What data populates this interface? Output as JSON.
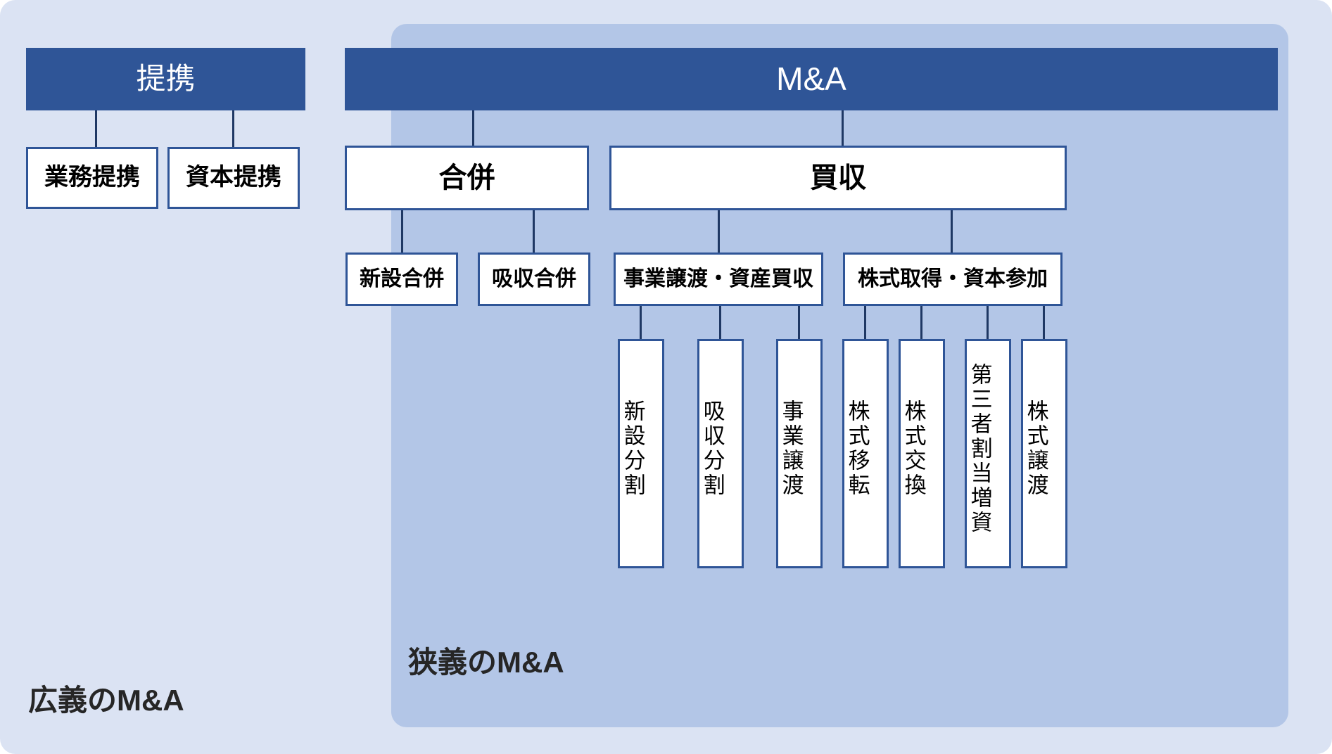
{
  "diagram": {
    "title": "M&A classification chart",
    "colors": {
      "outer_panel_bg": "#dbe3f3",
      "inner_panel_bg": "#b3c6e7",
      "header_fill": "#2f5597",
      "box_border": "#2f5597",
      "box_fill": "#ffffff",
      "connector": "#1f3864",
      "text_dark": "#000000",
      "text_light": "#ffffff",
      "caption": "#262626"
    },
    "captions": {
      "broad": "広義のM&A",
      "narrow": "狭義のM&A"
    },
    "left_group": {
      "header": "提携",
      "children": [
        "業務提携",
        "資本提携"
      ]
    },
    "right_group": {
      "header": "M&A",
      "level2": [
        "合併",
        "買収"
      ],
      "merger_children": [
        "新設合併",
        "吸収合併"
      ],
      "acquisition_children": [
        "事業譲渡・資産買収",
        "株式取得・資本参加"
      ],
      "business_transfer_leaves": [
        "新設分割",
        "吸収分割",
        "事業譲渡"
      ],
      "share_acquisition_leaves": [
        "株式移転",
        "株式交換",
        "第三者割当増資",
        "株式譲渡"
      ]
    }
  }
}
